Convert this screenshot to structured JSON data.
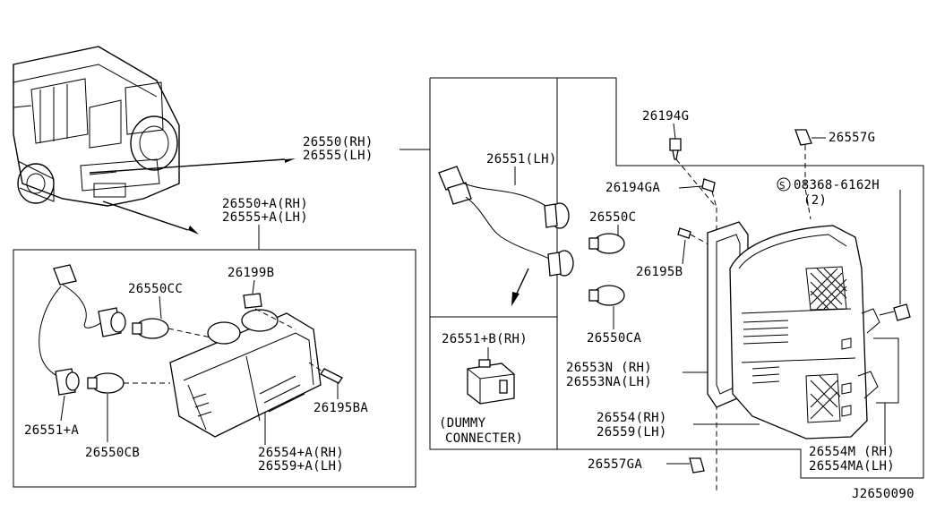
{
  "diagram": {
    "ref_code": "J2650090",
    "labels": {
      "rear_combo_rh": "26550(RH)",
      "rear_combo_lh": "26555(LH)",
      "bumper_lamp_rh": "26550+A(RH)",
      "bumper_lamp_lh": "26555+A(LH)",
      "bulb_cc": "26550CC",
      "clip_b": "26199B",
      "socket_a": "26551+A",
      "bulb_cb": "26550CB",
      "screw_ba": "26195BA",
      "lens_a_rh": "26554+A(RH)",
      "lens_a_lh": "26559+A(LH)",
      "harness_lh": "26551(LH)",
      "bulb_c": "26550C",
      "bulb_ca": "26550CA",
      "dummy_rh": "26551+B(RH)",
      "dummy_text_1": "(DUMMY",
      "dummy_text_2": "CONNECTER)",
      "screw_g": "26194G",
      "screw_ga": "26194GA",
      "screw_b": "26195B",
      "cap_g": "26557G",
      "bolt_spec": "08368-6162H",
      "bolt_qty": "(2)",
      "bolt_symbol": "S",
      "gasket_rh": "26553N (RH)",
      "gasket_lh": "26553NA(LH)",
      "lens_rh": "26554(RH)",
      "lens_lh": "26559(LH)",
      "lens_m_rh": "26554M (RH)",
      "lens_m_lh": "26554MA(LH)",
      "cap_ga": "26557GA"
    }
  }
}
